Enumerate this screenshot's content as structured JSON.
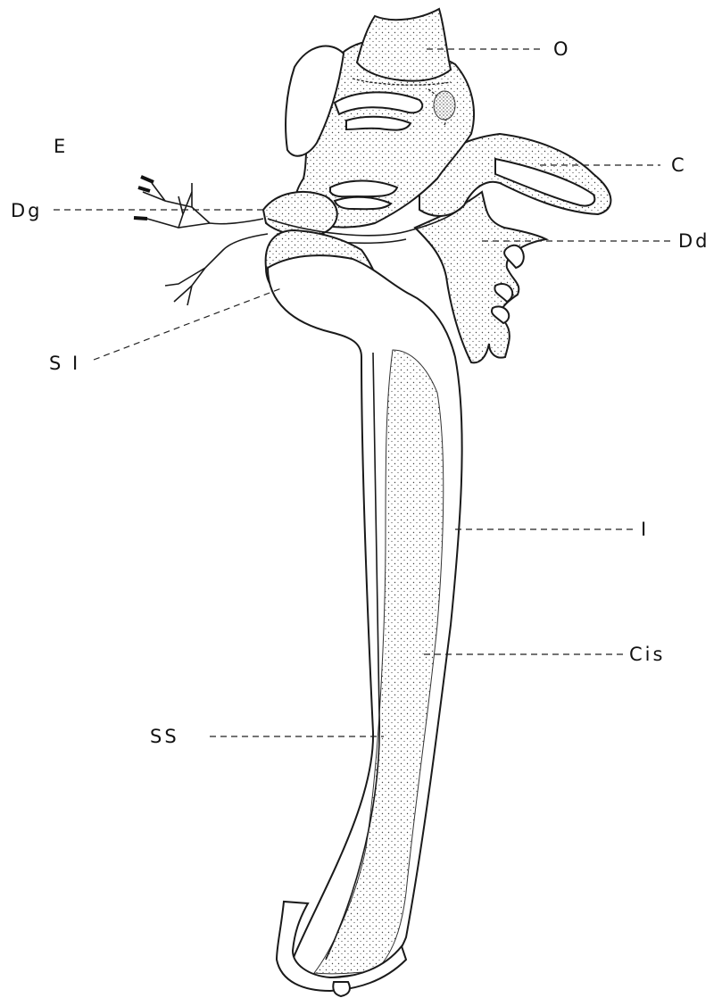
{
  "labels": {
    "E": "E",
    "O": "O",
    "C": "C",
    "Dg": "Dg",
    "Dd": "Dd",
    "SI": "S I",
    "I": "I",
    "Cis": "Cis",
    "SS": "SS"
  }
}
